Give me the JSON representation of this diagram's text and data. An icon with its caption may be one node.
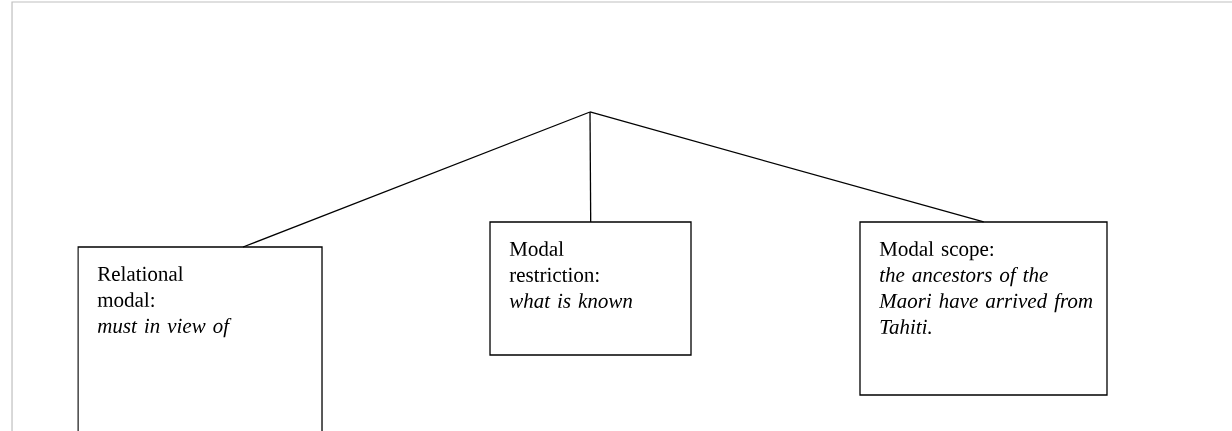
{
  "diagram": {
    "nodes": [
      {
        "text": [
          "Relational modal:",
          "must in view of"
        ]
      },
      {
        "text": [
          "Modal restriction:",
          "what is known"
        ]
      },
      {
        "text": [
          "Modal scope:",
          "the ancestors of the Maori have arrived from Tahiti."
        ]
      }
    ],
    "edges": [
      {
        "from": null,
        "to": 0,
        "arrow": "none"
      },
      {
        "from": null,
        "to": 1,
        "arrow": "none"
      },
      {
        "from": null,
        "to": 2,
        "arrow": "none"
      }
    ]
  }
}
